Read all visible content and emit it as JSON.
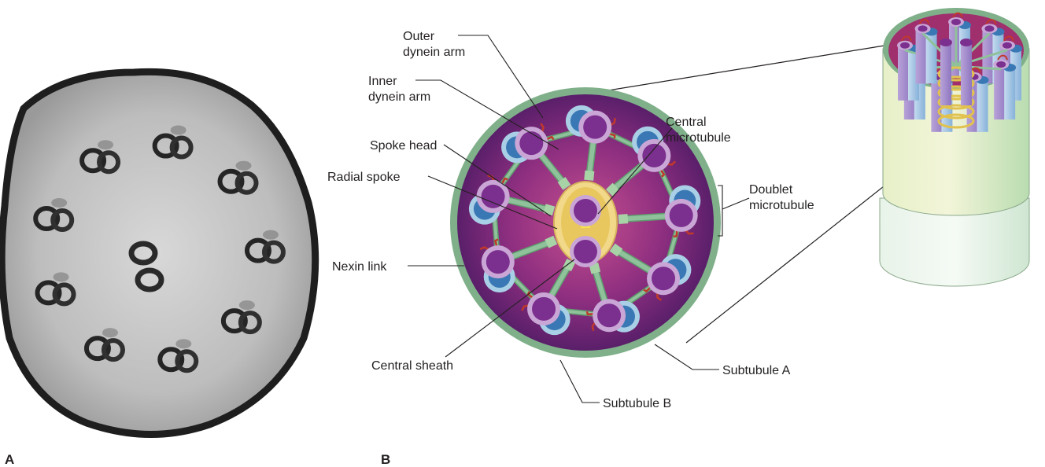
{
  "panels": {
    "a": "A",
    "b": "B"
  },
  "labels": {
    "outer_dynein_arm": [
      "Outer",
      "dynein arm"
    ],
    "inner_dynein_arm": [
      "Inner",
      "dynein arm"
    ],
    "spoke_head": "Spoke head",
    "radial_spoke": "Radial spoke",
    "nexin_link": "Nexin link",
    "central_sheath": "Central sheath",
    "central_microtubule": [
      "Central",
      "microtubule"
    ],
    "doublet_microtubule": [
      "Doublet",
      "microtubule"
    ],
    "subtubule_a": "Subtubule A",
    "subtubule_b": "Subtubule B"
  },
  "colors": {
    "membrane": "#7fb08a",
    "matrix_center": "#c04a8a",
    "matrix_edge": "#5e1f6e",
    "subtubule_a": "#7b2f8e",
    "subtubule_a_ring": "#c9a6d6",
    "subtubule_b": "#3a78b5",
    "subtubule_b_ring": "#a9cfe6",
    "dynein_arm": "#c0392b",
    "spoke": "#8fc19a",
    "central_sheath": "#f2d98a",
    "cylinder_side": "#d9ecc4",
    "cylinder_lower": "#e4f1e6"
  }
}
